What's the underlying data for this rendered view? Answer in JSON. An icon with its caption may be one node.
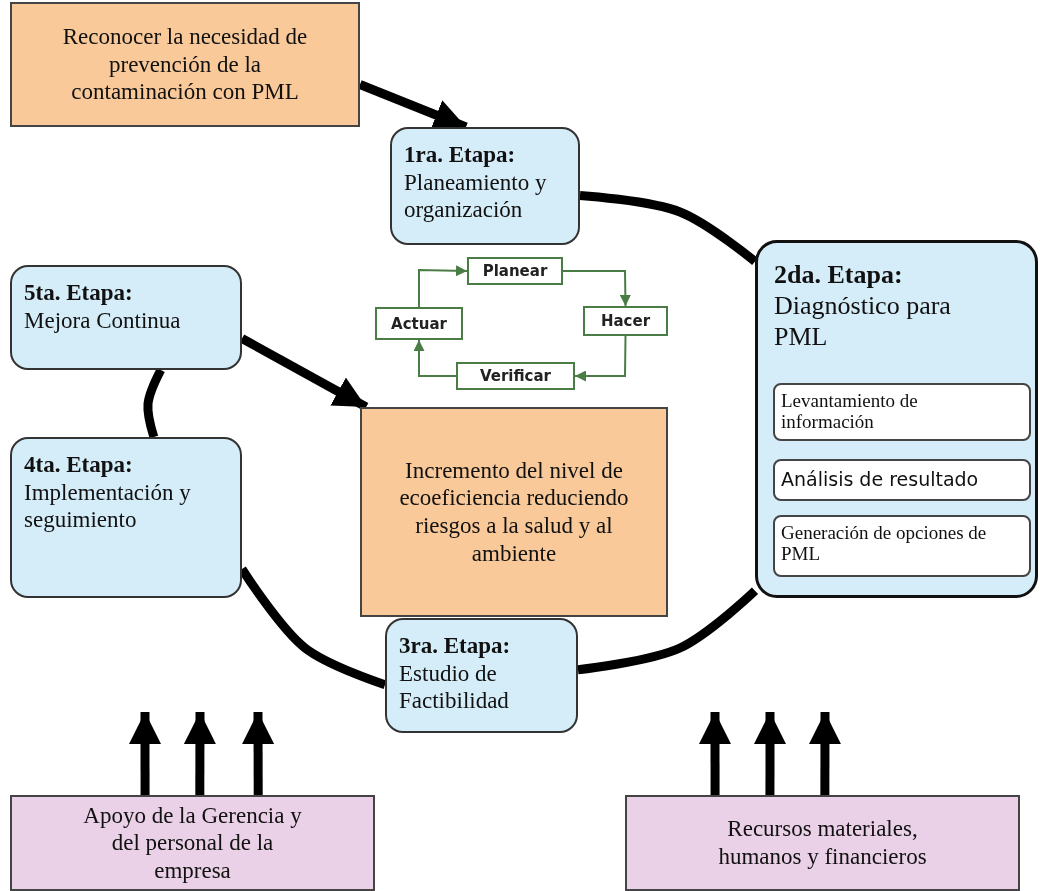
{
  "diagram": {
    "nodes": [
      {
        "text": [
          "Reconocer la necesidad de prevención de la contaminación con PML"
        ]
      },
      {
        "text": [
          "1ra. Etapa:",
          "Planeamiento y organización"
        ]
      },
      {
        "text": [
          "2da. Etapa:",
          "Diagnóstico para PML"
        ]
      },
      {
        "text": [
          "Levantamiento de información"
        ],
        "in": 2
      },
      {
        "text": [
          "Análisis de resultado"
        ],
        "in": 2
      },
      {
        "text": [
          "Generación de opciones de PML"
        ],
        "in": 2
      },
      {
        "text": [
          "3ra. Etapa:",
          "Estudio de Factibilidad"
        ]
      },
      {
        "text": [
          "4ta. Etapa:",
          "Implementación y seguimiento"
        ]
      },
      {
        "text": [
          "5ta. Etapa:",
          "Mejora Continua"
        ]
      },
      {
        "text": [
          "Incremento del nivel de ecoeficiencia reduciendo riesgos a la salud y al ambiente"
        ]
      },
      {
        "text": [
          "Planear"
        ]
      },
      {
        "text": [
          "Hacer"
        ]
      },
      {
        "text": [
          "Verificar"
        ]
      },
      {
        "text": [
          "Actuar"
        ]
      },
      {
        "text": [
          "Apoyo de la Gerencia y del personal de la empresa"
        ]
      },
      {
        "text": [
          "Recursos materiales, humanos y financieros"
        ]
      }
    ],
    "edges": [
      {
        "from": 0,
        "to": 1,
        "arrow": "to"
      },
      {
        "from": 1,
        "to": 2,
        "arrow": "none"
      },
      {
        "from": 2,
        "to": 6,
        "arrow": "none"
      },
      {
        "from": 6,
        "to": 7,
        "arrow": "none"
      },
      {
        "from": 7,
        "to": 8,
        "arrow": "none"
      },
      {
        "from": 8,
        "to": 9,
        "arrow": "to"
      },
      {
        "from": 10,
        "to": 11,
        "arrow": "to",
        "color": "#4a7c45"
      },
      {
        "from": 11,
        "to": 12,
        "arrow": "to",
        "color": "#4a7c45"
      },
      {
        "from": 12,
        "to": 13,
        "arrow": "to",
        "color": "#4a7c45"
      },
      {
        "from": 13,
        "to": 10,
        "arrow": "to",
        "color": "#4a7c45"
      },
      {
        "from": 14,
        "to": null,
        "arrow": "to"
      },
      {
        "from": 14,
        "to": null,
        "arrow": "to"
      },
      {
        "from": 14,
        "to": null,
        "arrow": "to"
      },
      {
        "from": 15,
        "to": null,
        "arrow": "to"
      },
      {
        "from": 15,
        "to": null,
        "arrow": "to"
      },
      {
        "from": 15,
        "to": null,
        "arrow": "to"
      }
    ]
  }
}
